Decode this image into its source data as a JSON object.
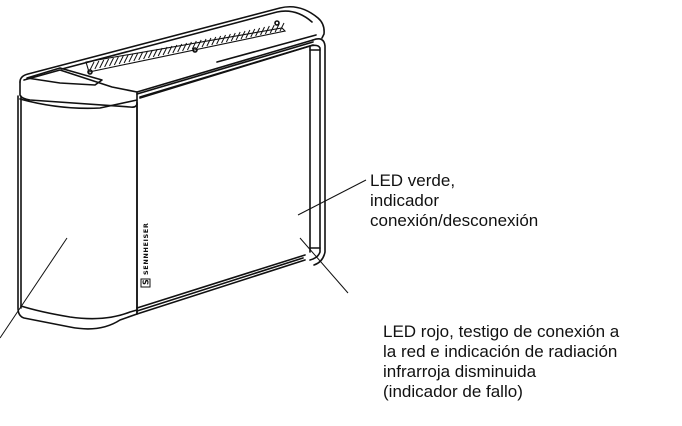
{
  "figure": {
    "type": "technical-line-drawing",
    "subject": "Infrared transmitter/radiator device (perspective view)",
    "brand_text": "SENNHEISER",
    "brand_logo": "sennheiser-s-logo",
    "line_color": "#111111",
    "background": "#ffffff"
  },
  "callouts": [
    {
      "id": "green-led",
      "lines": [
        "LED verde,",
        "indicador",
        "conexión/desconexión"
      ],
      "leader_from": [
        366,
        180
      ],
      "leader_to": [
        298,
        215
      ]
    },
    {
      "id": "red-led",
      "lines": [
        "LED rojo, testigo de conexión a",
        "la red e indicación de radiación",
        "infrarroja disminuida",
        "(indicador de fallo)"
      ],
      "leader_from": [
        348,
        293
      ],
      "leader_to": [
        300,
        238
      ]
    },
    {
      "id": "left-panel",
      "lines": [],
      "leader_from": [
        0,
        338
      ],
      "leader_to": [
        67,
        238
      ]
    }
  ]
}
